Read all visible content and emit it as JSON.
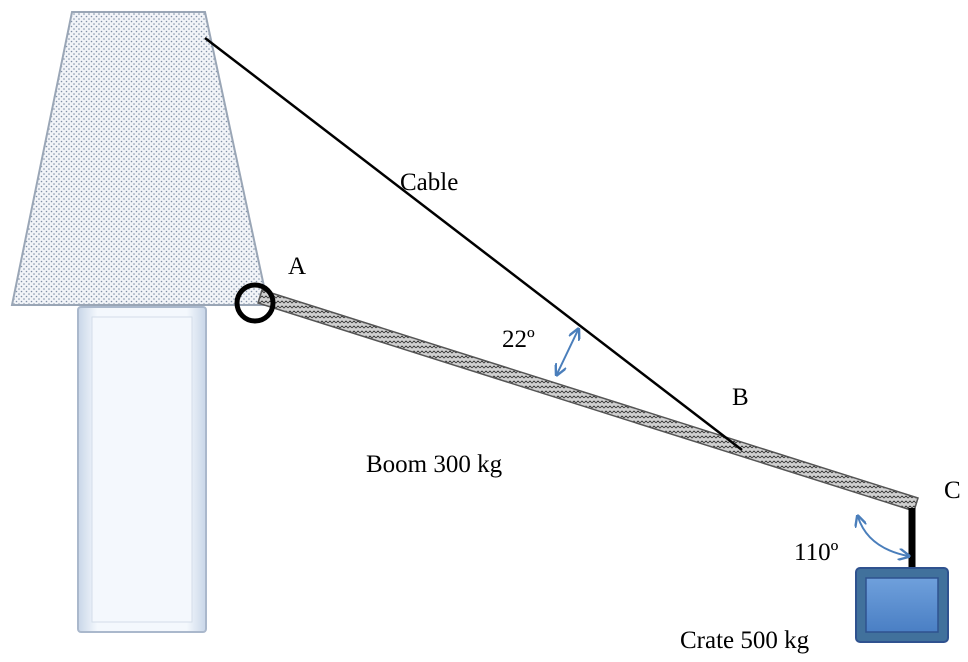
{
  "labels": {
    "cable": "Cable",
    "point_a": "A",
    "point_b": "B",
    "point_c": "C",
    "angle_cable_boom": "22º",
    "angle_crate": "110º",
    "boom": "Boom 300 kg",
    "crate": "Crate 500 kg"
  },
  "colors": {
    "tower_top_fill": "#f2f4f8",
    "tower_dots": "#7f8fa6",
    "column_fill": "#e6eef8",
    "column_edge": "#9db2cc",
    "boom_fill": "#c9c9c9",
    "crate_outer": "#41719c",
    "crate_inner": "#5b8fd4",
    "crate_edge": "#2f528f",
    "angle_arrow": "#4a7ebb",
    "line": "#000000"
  },
  "icons": {
    "pin": "pin-joint-circle",
    "angle": "double-arrow-arc"
  }
}
